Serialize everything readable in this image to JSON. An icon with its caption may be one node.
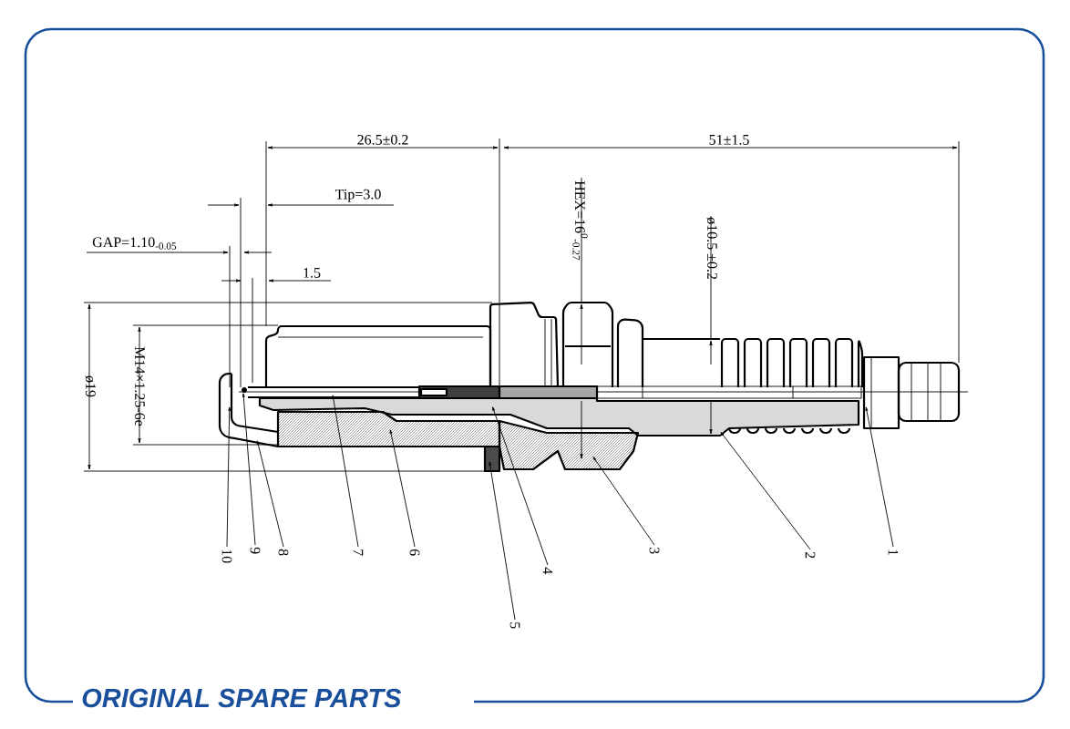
{
  "diagram": {
    "nodes": [
      {
        "text": [
          "1"
        ]
      },
      {
        "text": [
          "2"
        ]
      },
      {
        "text": [
          "3"
        ]
      },
      {
        "text": [
          "4"
        ]
      },
      {
        "text": [
          "5"
        ]
      },
      {
        "text": [
          "6"
        ]
      },
      {
        "text": [
          "7"
        ]
      },
      {
        "text": [
          "8"
        ]
      },
      {
        "text": [
          "9"
        ]
      },
      {
        "text": [
          "10"
        ]
      },
      {
        "text": [],
        "shape": "picture"
      }
    ],
    "edges": [
      {
        "from": 0,
        "to": 10,
        "arrow": "to"
      },
      {
        "from": 1,
        "to": 10,
        "arrow": "to"
      },
      {
        "from": 2,
        "to": 10,
        "arrow": "to"
      },
      {
        "from": 3,
        "to": 10,
        "arrow": "to"
      },
      {
        "from": 4,
        "to": 10,
        "arrow": "to"
      },
      {
        "from": 5,
        "to": 10,
        "arrow": "to"
      },
      {
        "from": 6,
        "to": 10,
        "arrow": "to"
      },
      {
        "from": 7,
        "to": 10,
        "arrow": "to"
      },
      {
        "from": 8,
        "to": 10,
        "arrow": "to"
      },
      {
        "from": 9,
        "to": 10,
        "arrow": "to"
      }
    ],
    "labels": [
      "26.5±0.2",
      "51±1.5",
      "Tip=3.0",
      "HEX=16$^{0}$$_{-0.27}$",
      "ø10.5 ±0.2",
      "GAP=1.10$_{-0.05}$",
      "1.5",
      "ø19",
      "M14×1.25-6e",
      "ORIGINAL SPARE PARTS"
    ]
  }
}
